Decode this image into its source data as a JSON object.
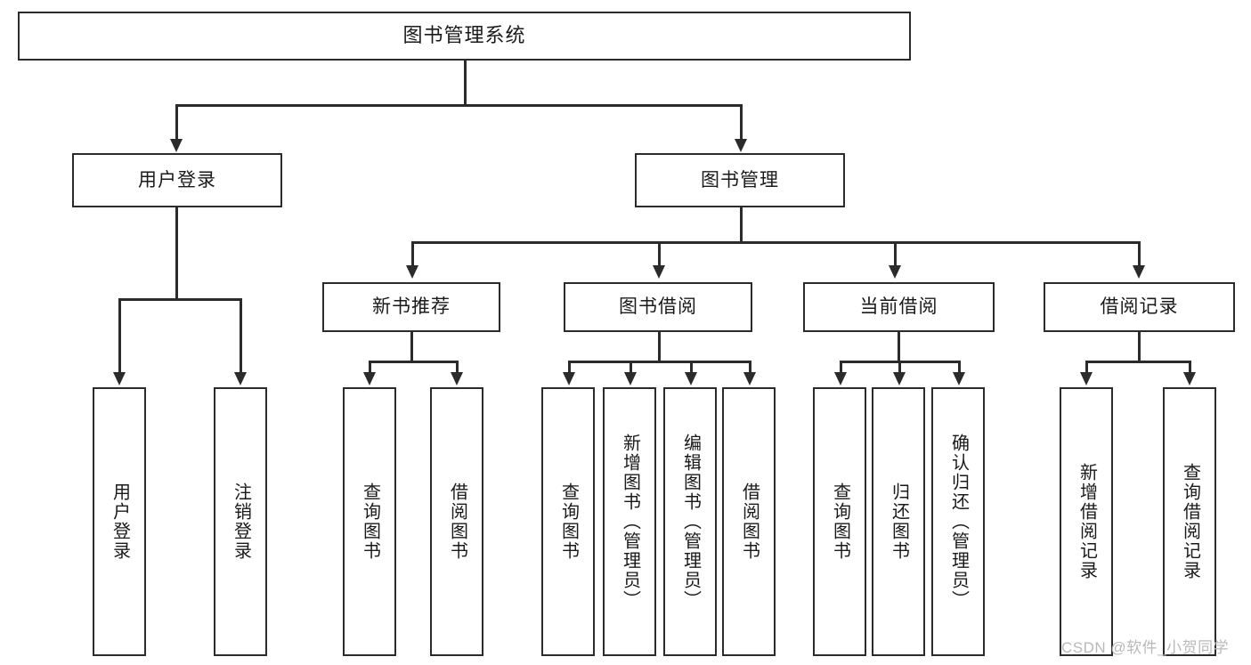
{
  "diagram": {
    "title": "图书管理系统",
    "type": "tree-hierarchy",
    "root": {
      "label": "图书管理系统"
    },
    "level2": [
      {
        "id": "user-login",
        "label": "用户登录"
      },
      {
        "id": "book-manage",
        "label": "图书管理"
      }
    ],
    "level3": [
      {
        "id": "new-book-recommend",
        "label": "新书推荐",
        "parent": "book-manage"
      },
      {
        "id": "book-borrow",
        "label": "图书借阅",
        "parent": "book-manage"
      },
      {
        "id": "current-borrow",
        "label": "当前借阅",
        "parent": "book-manage"
      },
      {
        "id": "borrow-record",
        "label": "借阅记录",
        "parent": "book-manage"
      }
    ],
    "leaves": {
      "user_login": [
        {
          "id": "leaf-user-login",
          "label": "用户登录"
        },
        {
          "id": "leaf-user-logout",
          "label": "注销登录"
        }
      ],
      "new_book_recommend": [
        {
          "id": "leaf-query-book-1",
          "label": "查询图书"
        },
        {
          "id": "leaf-borrow-book-1",
          "label": "借阅图书"
        }
      ],
      "book_borrow": [
        {
          "id": "leaf-query-book-2",
          "label": "查询图书"
        },
        {
          "id": "leaf-add-book",
          "label": "新增图书（管理员）"
        },
        {
          "id": "leaf-edit-book",
          "label": "编辑图书（管理员）"
        },
        {
          "id": "leaf-borrow-book-2",
          "label": "借阅图书"
        }
      ],
      "current_borrow": [
        {
          "id": "leaf-query-book-3",
          "label": "查询图书"
        },
        {
          "id": "leaf-return-book",
          "label": "归还图书"
        },
        {
          "id": "leaf-confirm-return",
          "label": "确认归还（管理员）"
        }
      ],
      "borrow_record": [
        {
          "id": "leaf-add-record",
          "label": "新增借阅记录"
        },
        {
          "id": "leaf-query-record",
          "label": "查询借阅记录"
        }
      ]
    }
  },
  "watermark": {
    "text": "CSDN @软件_小贺同学"
  },
  "colors": {
    "stroke": "#2b2b2b",
    "fill": "#ffffff",
    "text": "#1a1a1a",
    "watermark": "#b9b9b9"
  }
}
